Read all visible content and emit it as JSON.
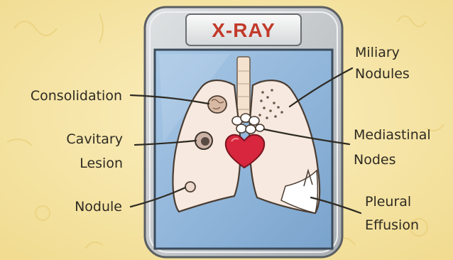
{
  "header": {
    "title": "X-RAY"
  },
  "labels": {
    "consolidation": "Consolidation",
    "cavitary_line1": "Cavitary",
    "cavitary_line2": "Lesion",
    "nodule": "Nodule",
    "miliary_line1": "Miliary",
    "miliary_line2": "Nodules",
    "mediastinal_line1": "Mediastinal",
    "mediastinal_line2": "Nodes",
    "pleural_line1": "Pleural",
    "pleural_line2": "Effusion"
  },
  "colors": {
    "background": "#f6e6a6",
    "frame": "#c4c9cc",
    "screen": "#8eb5d9",
    "lung": "#f7e9df",
    "heart": "#d7263d",
    "title": "#c23a2b"
  }
}
